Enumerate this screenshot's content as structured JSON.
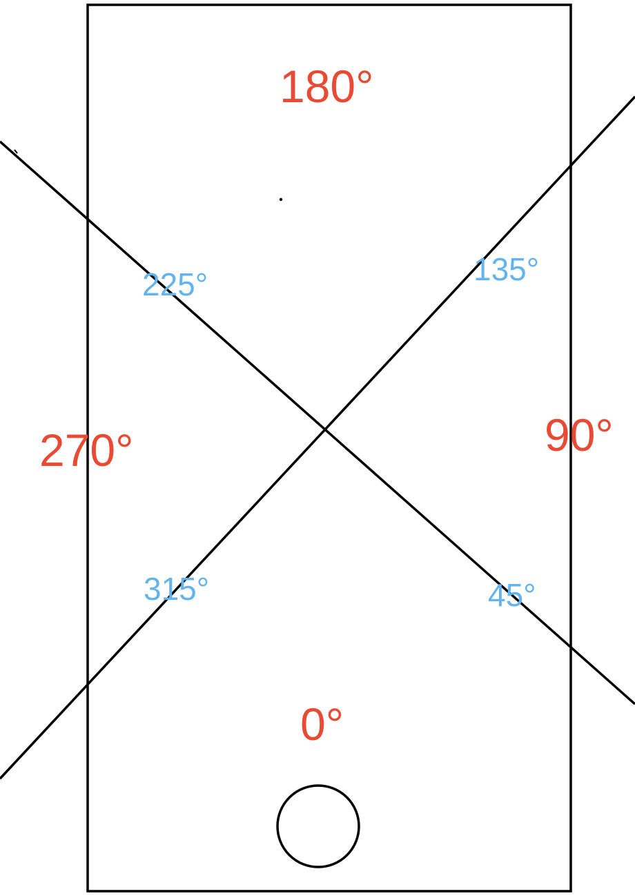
{
  "colors": {
    "primary_label": "#e84a33",
    "secondary_label": "#63b4ee",
    "stroke": "#000000"
  },
  "labels": {
    "deg_0": "0°",
    "deg_45": "45°",
    "deg_90": "90°",
    "deg_135": "135°",
    "deg_180": "180°",
    "deg_225": "225°",
    "deg_270": "270°",
    "deg_315": "315°"
  }
}
